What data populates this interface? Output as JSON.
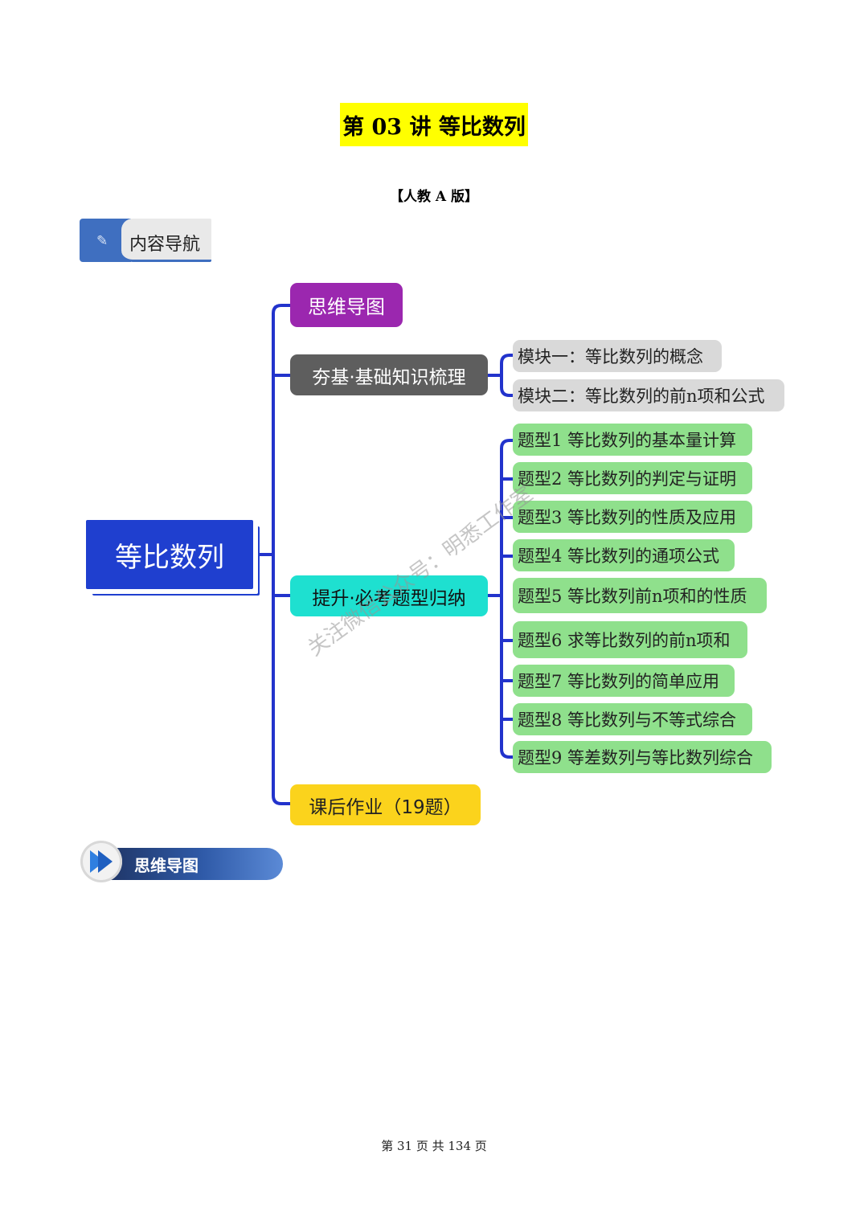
{
  "title": "第 03 讲  等比数列",
  "subtitle": "【人教 A 版】",
  "nav_section": {
    "label": "内容导航",
    "icon": "tag-icon"
  },
  "mindmap": {
    "root": "等比数列",
    "branches": [
      {
        "label": "思维导图",
        "color": "#9b27af"
      },
      {
        "label": "夯基·基础知识梳理",
        "color": "#5e5e5e",
        "children": [
          "模块一：等比数列的概念",
          "模块二：等比数列的前n项和公式"
        ]
      },
      {
        "label": "提升·必考题型归纳",
        "color": "#1ee0d0",
        "children": [
          "题型1 等比数列的基本量计算",
          "题型2 等比数列的判定与证明",
          "题型3 等比数列的性质及应用",
          "题型4 等比数列的通项公式",
          "题型5 等比数列前n项和的性质",
          "题型6 求等比数列的前n项和",
          "题型7 等比数列的简单应用",
          "题型8 等比数列与不等式综合",
          "题型9 等差数列与等比数列综合"
        ]
      },
      {
        "label": "课后作业（19题）",
        "color": "#fbd31c"
      }
    ]
  },
  "mindmap_section": {
    "label": "思维导图",
    "icon": "double-chevron-right-icon"
  },
  "watermark": "关注微信公众号：明悉工作室",
  "footer": "第 31 页 共 134 页"
}
